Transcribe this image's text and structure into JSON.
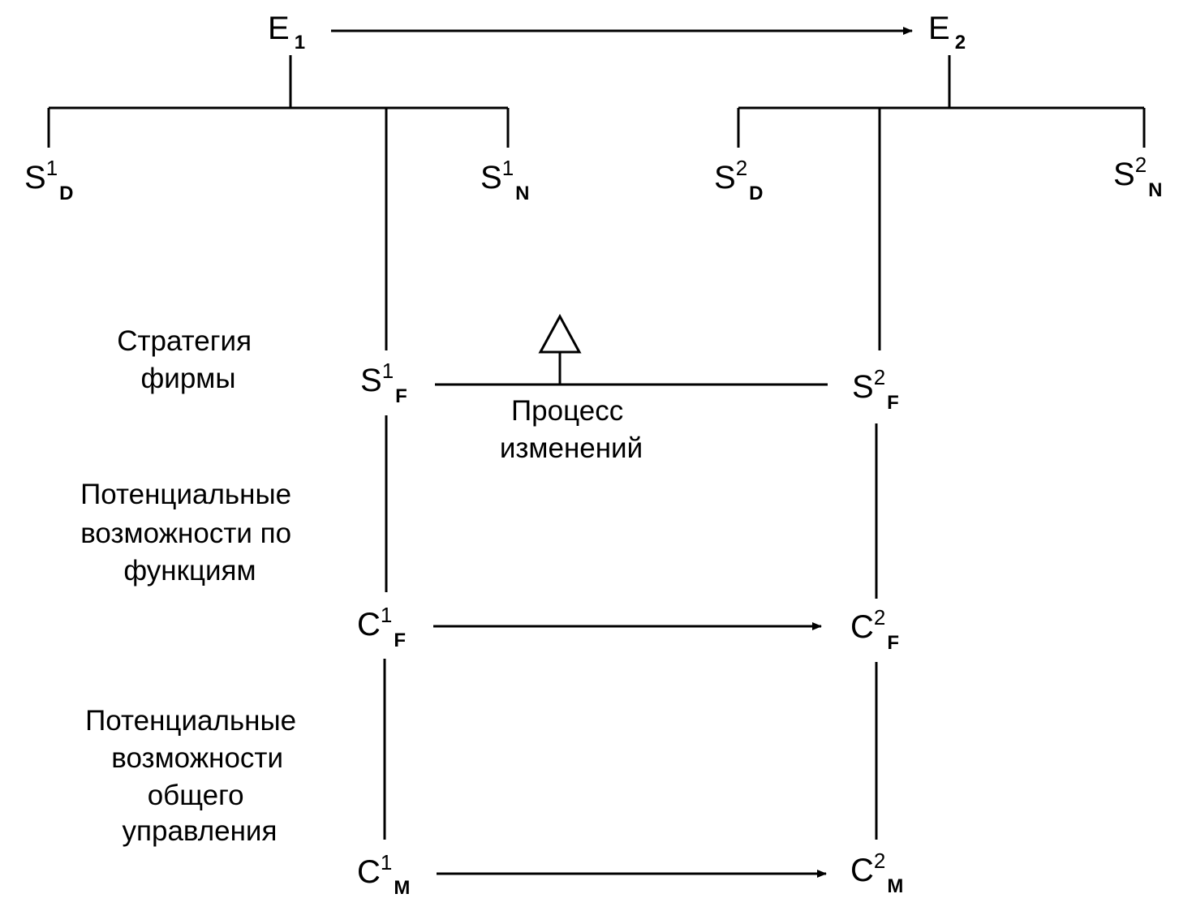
{
  "nodes": {
    "e1": {
      "base": "E",
      "sub": "1"
    },
    "e2": {
      "base": "E",
      "sub": "2"
    },
    "s1d": {
      "base": "S",
      "sup": "1",
      "sub": "D"
    },
    "s1n": {
      "base": "S",
      "sup": "1",
      "sub": "N"
    },
    "s2d": {
      "base": "S",
      "sup": "2",
      "sub": "D"
    },
    "s2n": {
      "base": "S",
      "sup": "2",
      "sub": "N"
    },
    "s1f": {
      "base": "S",
      "sup": "1",
      "sub": "F"
    },
    "s2f": {
      "base": "S",
      "sup": "2",
      "sub": "F"
    },
    "c1f": {
      "base": "C",
      "sup": "1",
      "sub": "F"
    },
    "c2f": {
      "base": "C",
      "sup": "2",
      "sub": "F"
    },
    "c1m": {
      "base": "C",
      "sup": "1",
      "sub": "M"
    },
    "c2m": {
      "base": "C",
      "sup": "2",
      "sub": "M"
    }
  },
  "labels": {
    "strategy": [
      "Стратегия",
      "фирмы"
    ],
    "change_process": [
      "Процесс",
      "изменений"
    ],
    "functional_potential": [
      "Потенциальные",
      "возможности по",
      "функциям"
    ],
    "management_potential": [
      "Потенциальные",
      "возможности",
      "общего",
      "управления"
    ]
  }
}
